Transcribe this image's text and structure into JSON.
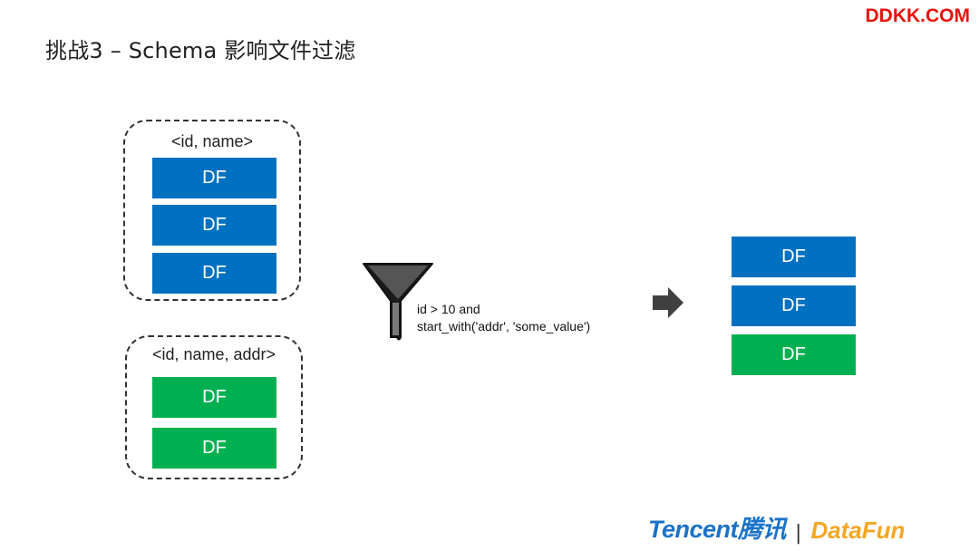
{
  "title": "挑战3 – Schema 影响文件过滤",
  "watermark": "DDKK.COM",
  "group1": {
    "schema": "<id, name>",
    "blocks": [
      "DF",
      "DF",
      "DF"
    ]
  },
  "group2": {
    "schema": "<id, name, addr>",
    "blocks": [
      "DF",
      "DF"
    ]
  },
  "filter": {
    "line1": "id > 10 and",
    "line2": "start_with('addr', 'some_value')"
  },
  "result": {
    "blocks": [
      "DF",
      "DF",
      "DF"
    ]
  },
  "logos": {
    "tencent": "Tencent腾讯",
    "separator": "|",
    "datafun": "DataFun"
  },
  "colors": {
    "blue": "#0070c0",
    "green": "#00b050",
    "watermark": "#e8130d"
  }
}
